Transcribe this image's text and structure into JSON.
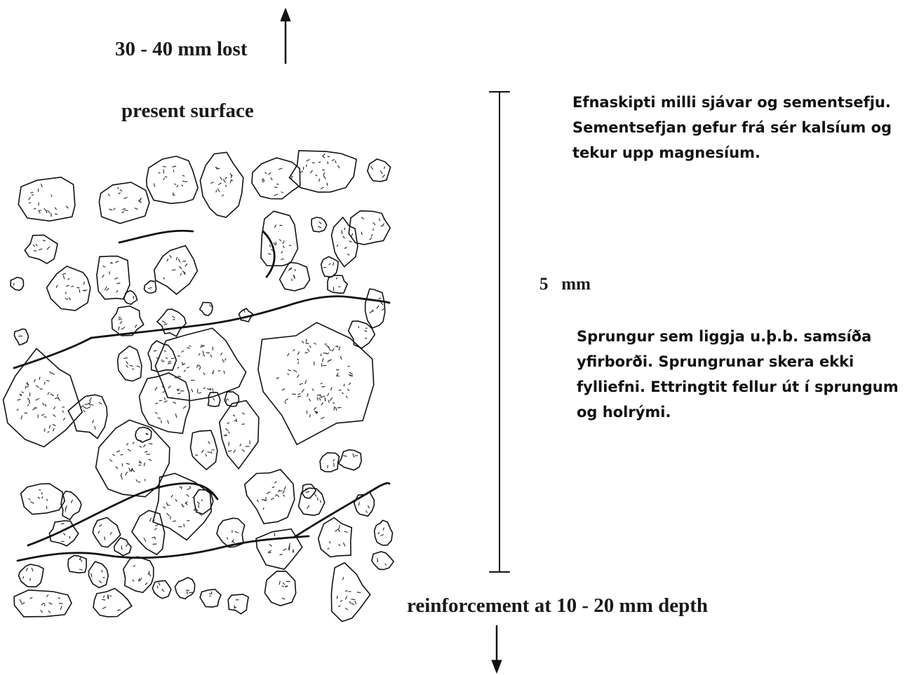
{
  "labels": {
    "lost": "30 - 40 mm lost",
    "surface": "present surface",
    "scale": "5   mm",
    "reinforcement": "reinforcement at 10 - 20 mm depth"
  },
  "notes": {
    "top": "Efnaskipti milli sjávar og sementsefju. Sementsefjan gefur frá sér kalsíum og tekur upp magnesíum.",
    "middle": "Sprungur sem liggja u.þ.b. samsíða yfirborði. Sprungrunar skera ekki fylliefni. Ettringtit fellur út í sprungum og holrými."
  }
}
